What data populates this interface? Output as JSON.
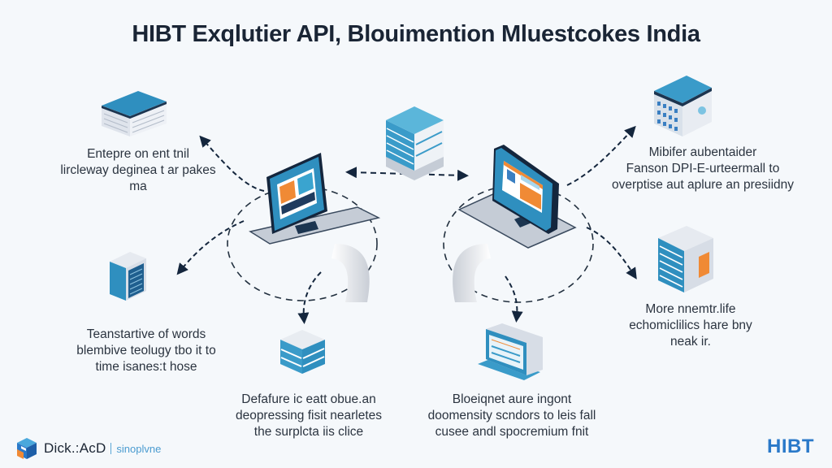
{
  "title": "HIBT Exqlutier API, Blouimention Mluestcokes India",
  "nodes": [
    {
      "id": "top-left-building",
      "icon": "datacenter-building-icon",
      "label_lines": [
        "Entepre on ent tnil",
        "lircleway deginea t ar pakes",
        "ma"
      ]
    },
    {
      "id": "top-right-building",
      "icon": "office-building-icon",
      "label_lines": [
        "Mibifer aubentaider",
        "Fanson DPI-E-urteermall to",
        "overptise aut aplure an presiidny"
      ]
    },
    {
      "id": "left-server",
      "icon": "server-tower-icon",
      "label_lines": [
        "Teanstartive of words",
        "blembive teolugy tbo it to",
        "time isanes:t hose"
      ]
    },
    {
      "id": "right-server",
      "icon": "server-rack-icon",
      "label_lines": [
        "More nnemtr.life",
        "echomiclilics hare bny",
        "neak ir."
      ]
    },
    {
      "id": "bottom-left-storage",
      "icon": "storage-stack-icon",
      "label_lines": [
        "Defafure ic eatt obue.an",
        "deopressing fisit nearletes",
        "the surplcta iis clice"
      ]
    },
    {
      "id": "bottom-right-terminal",
      "icon": "terminal-device-icon",
      "label_lines": [
        "Bloeiqnet aure ingont",
        "doomensity scndors to leis fall",
        "cusee andl spocremium fnit"
      ]
    }
  ],
  "center_nodes": [
    {
      "id": "left-computer",
      "icon": "desktop-computer-icon"
    },
    {
      "id": "right-computer",
      "icon": "desktop-computer-icon"
    },
    {
      "id": "center-building",
      "icon": "office-tower-icon"
    }
  ],
  "footer": {
    "left_brand": "Dick.:AcD",
    "left_tagline": "sinoplvne",
    "right_brand": "HIBT"
  },
  "colors": {
    "primary_blue": "#2f8fbf",
    "dark_navy": "#14263d",
    "accent_orange": "#f08a35",
    "brand_blue": "#2a79c9"
  }
}
